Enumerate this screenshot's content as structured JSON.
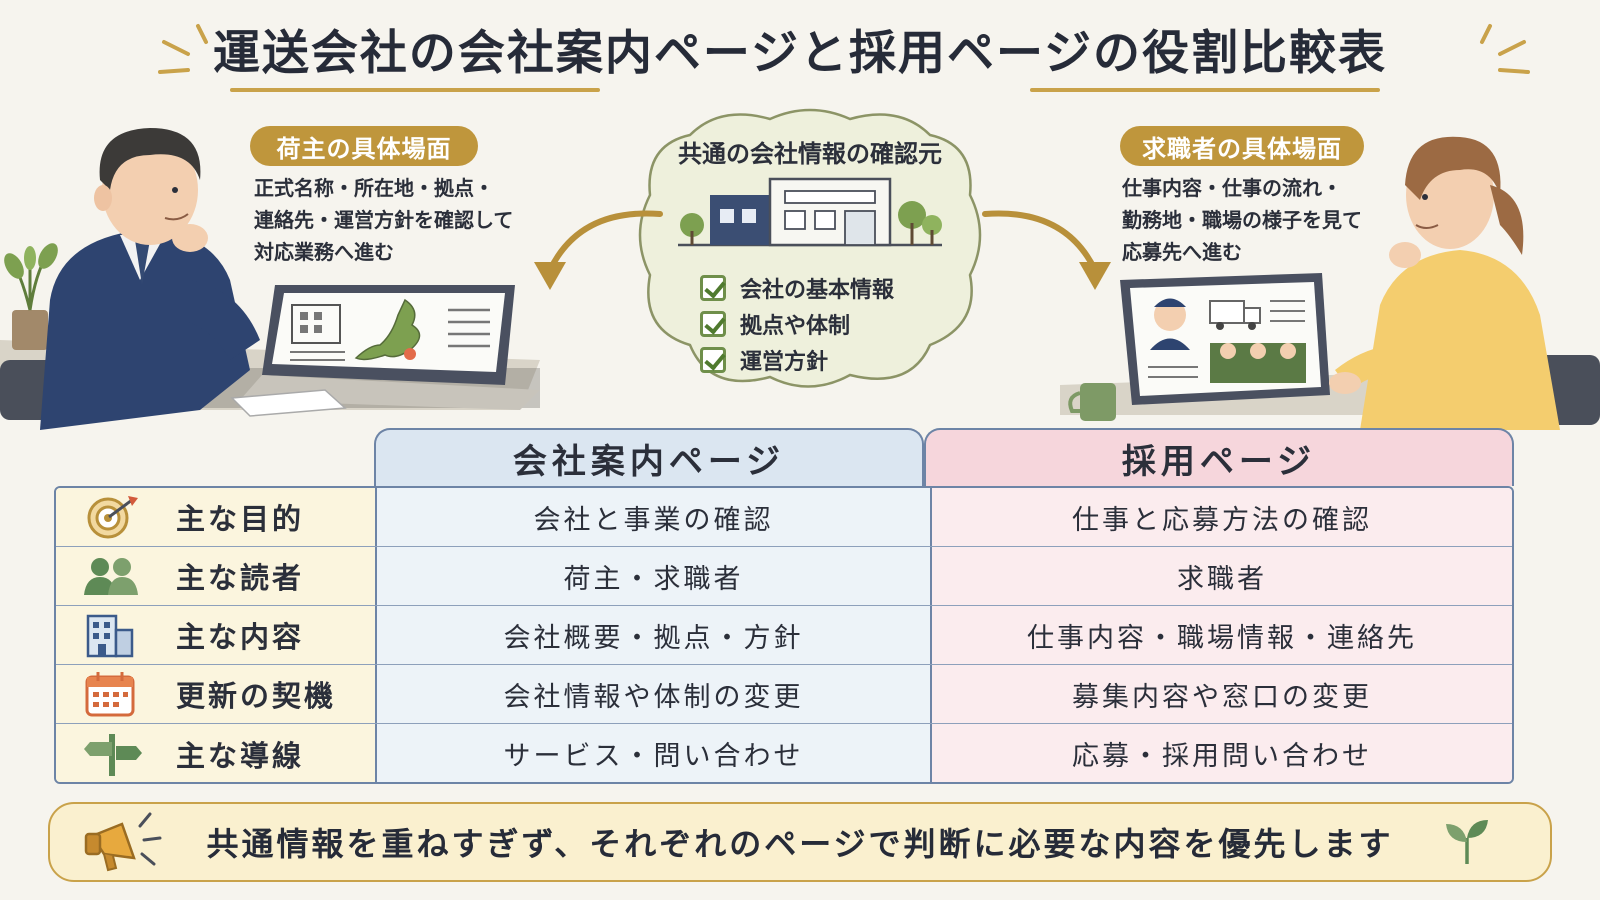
{
  "title": "運送会社の会社案内ページと採用ページの役割比較表",
  "shipper": {
    "label": "荷主の具体場面",
    "lines": [
      "正式名称・所在地・拠点・",
      "連絡先・運営方針を確認して",
      "対応業務へ進む"
    ]
  },
  "seeker": {
    "label": "求職者の具体場面",
    "lines": [
      "仕事内容・仕事の流れ・",
      "勤務地・職場の様子を見て",
      "応募先へ進む"
    ]
  },
  "common": {
    "title": "共通の会社情報の確認元",
    "checks": [
      "会社の基本情報",
      "拠点や体制",
      "運営方針"
    ]
  },
  "table": {
    "col_company": "会社案内ページ",
    "col_recruit": "採用ページ",
    "rows": [
      {
        "label": "主な目的",
        "icon": "target-icon",
        "company": "会社と事業の確認",
        "recruit": "仕事と応募方法の確認"
      },
      {
        "label": "主な読者",
        "icon": "people-icon",
        "company": "荷主・求職者",
        "recruit": "求職者"
      },
      {
        "label": "主な内容",
        "icon": "building-icon",
        "company": "会社概要・拠点・方針",
        "recruit": "仕事内容・職場情報・連絡先"
      },
      {
        "label": "更新の契機",
        "icon": "calendar-icon",
        "company": "会社情報や体制の変更",
        "recruit": "募集内容や窓口の変更"
      },
      {
        "label": "主な導線",
        "icon": "signpost-icon",
        "company": "サービス・問い合わせ",
        "recruit": "応募・採用問い合わせ"
      }
    ]
  },
  "banner": "共通情報を重ねすぎず、それぞれのページで判断に必要な内容を優先します",
  "colors": {
    "gold": "#bf963c",
    "company_header": "#dbe6f1",
    "recruit_header": "#f6d6dc",
    "label_cell": "#fbf5de",
    "cloud": "#eef0dc"
  }
}
